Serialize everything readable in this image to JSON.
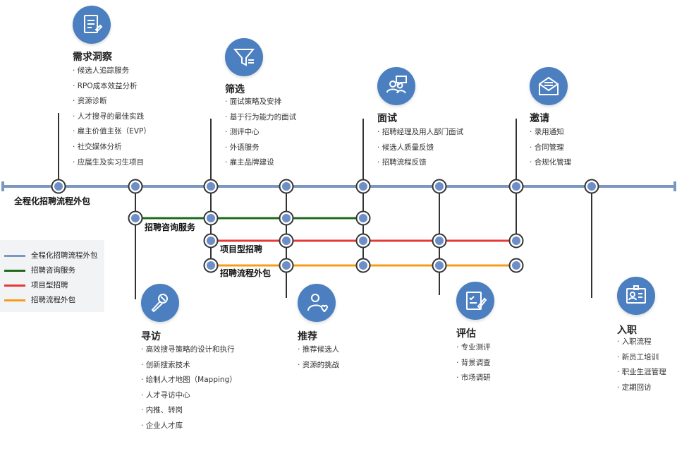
{
  "stages": [
    {
      "id": "demand",
      "title": "需求洞察",
      "icon": "document-pen-icon",
      "items": [
        "候选人追踪服务",
        "RPO成本效益分析",
        "资源诊断",
        "人才搜寻的最佳实践",
        "雇主价值主张（EVP）",
        "社交媒体分析",
        "应届生及实习生项目"
      ]
    },
    {
      "id": "search",
      "title": "寻访",
      "icon": "microphone-icon",
      "items": [
        "高效搜寻策略的设计和执行",
        "创新搜索技术",
        "绘制人才地图（Mapping）",
        "人才寻访中心",
        "内推、转岗",
        "企业人才库"
      ]
    },
    {
      "id": "screen",
      "title": "筛选",
      "icon": "filter-icon",
      "items": [
        "面试策略及安排",
        "基于行为能力的面试",
        "测评中心",
        "外语服务",
        "雇主品牌建设"
      ]
    },
    {
      "id": "recommend",
      "title": "推荐",
      "icon": "user-heart-icon",
      "items": [
        "推荐候选人",
        "资源的挑战"
      ]
    },
    {
      "id": "interview",
      "title": "面试",
      "icon": "people-chat-icon",
      "items": [
        "招聘经理及用人部门面试",
        "候选人质量反馈",
        "招聘流程反馈"
      ]
    },
    {
      "id": "assess",
      "title": "评估",
      "icon": "checklist-pen-icon",
      "items": [
        "专业测评",
        "背景调查",
        "市场调研"
      ]
    },
    {
      "id": "offer",
      "title": "邀请",
      "icon": "envelope-icon",
      "items": [
        "录用通知",
        "合同管理",
        "合规化管理"
      ]
    },
    {
      "id": "onboard",
      "title": "入职",
      "icon": "id-badge-icon",
      "items": [
        "入职流程",
        "新员工培训",
        "职业生涯管理",
        "定期回访"
      ]
    }
  ],
  "routes": [
    {
      "name": "全程化招聘流程外包",
      "color": "#7a97bf"
    },
    {
      "name": "招聘咨询服务",
      "color": "#1e6b1e"
    },
    {
      "name": "项目型招聘",
      "color": "#e53935"
    },
    {
      "name": "招聘流程外包",
      "color": "#f59c1a"
    }
  ],
  "colors": {
    "accent": "#4b7fc0",
    "node_fill": "#6d8ec7",
    "node_ring": "#333333",
    "stem": "#333333"
  }
}
